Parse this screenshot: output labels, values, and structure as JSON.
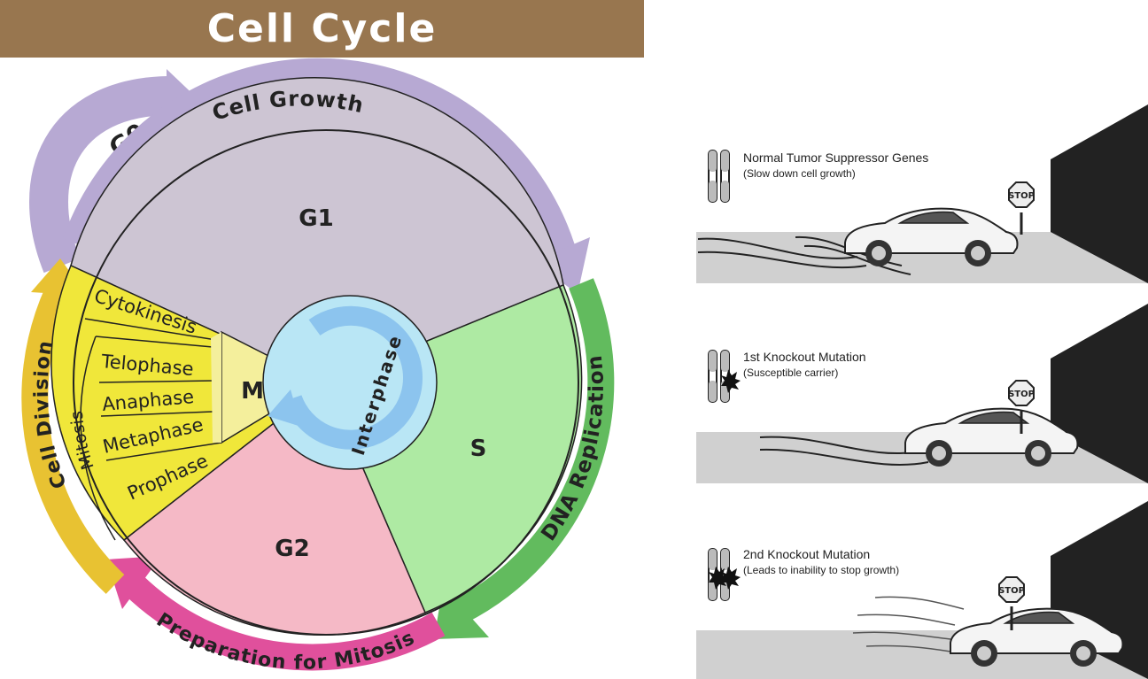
{
  "cell_cycle": {
    "title": "Cell Cycle",
    "outer_arrows": {
      "g0": "G0",
      "cell_growth": "Cell Growth",
      "dna_replication": "DNA Replication",
      "preparation": "Preparation for Mitosis",
      "cell_division": "Cell Division"
    },
    "phases": {
      "g1": "G1",
      "s": "S",
      "g2": "G2",
      "m": "M"
    },
    "mitosis_label": "Mitosis",
    "mitosis_stages": [
      "Cytokinesis",
      "Telophase",
      "Anaphase",
      "Metaphase",
      "Prophase"
    ],
    "interphase": "Interphase",
    "colors": {
      "title_bar": "#98764f",
      "g1": "#cdc5d3",
      "s": "#aeeaa3",
      "g2": "#f5b9c6",
      "m": "#f4ef9c",
      "interphase": "#b9e6f5",
      "cell_growth_arrow": "#b7a9d3",
      "dna_arrow": "#62bb5e",
      "prep_arrow": "#e0509c",
      "division_arrow": "#e8c232"
    }
  },
  "tumor_suppressor": {
    "panels": [
      {
        "title": "Normal Tumor Suppressor Genes",
        "subtitle": "(Slow down cell growth)",
        "stop": "STOP"
      },
      {
        "title": "1st Knockout Mutation",
        "subtitle": "(Susceptible carrier)",
        "stop": "STOP"
      },
      {
        "title": "2nd Knockout Mutation",
        "subtitle": "(Leads to inability to stop growth)",
        "stop": "STOP"
      }
    ]
  }
}
